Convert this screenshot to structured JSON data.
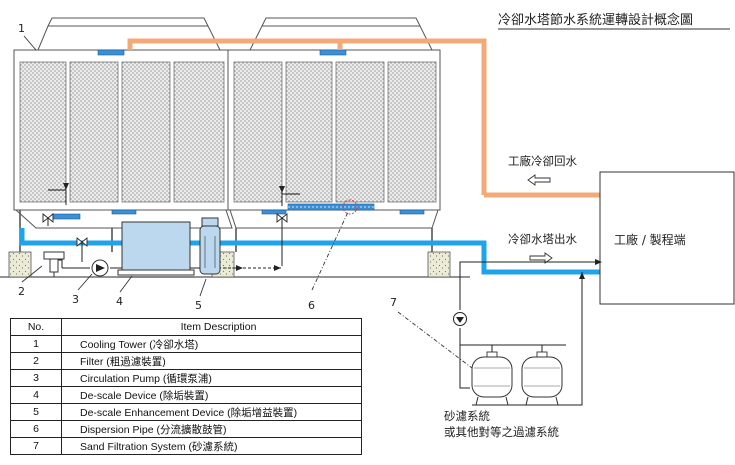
{
  "title": "冷卻水塔節水系統運轉設計概念圖",
  "labels": {
    "plant_return": "工廠冷卻回水",
    "tower_outlet": "冷卻水塔出水",
    "plant_box": "工廠 / 製程端",
    "sand_line1": "砂濾系統",
    "sand_line2": "或其他對等之過濾系統"
  },
  "callouts": [
    "1",
    "2",
    "3",
    "4",
    "5",
    "6",
    "7"
  ],
  "legend": {
    "header_no": "No.",
    "header_desc": "Item Description",
    "rows": [
      {
        "no": "1",
        "desc": "Cooling Tower (冷卻水塔)"
      },
      {
        "no": "2",
        "desc": "Filter (粗過濾裝置)"
      },
      {
        "no": "3",
        "desc": "Circulation Pump (循環泵浦)"
      },
      {
        "no": "4",
        "desc": "De-scale Device (除垢裝置)"
      },
      {
        "no": "5",
        "desc": "De-scale Enhancement Device (除垢增益裝置)"
      },
      {
        "no": "6",
        "desc": "Dispersion Pipe (分流擴散鼓管)"
      },
      {
        "no": "7",
        "desc": "Sand Filtration System (砂濾系統)"
      }
    ]
  },
  "colors": {
    "return_pipe": "#f2aa78",
    "outlet_pipe": "#1fa3ea",
    "device_fill": "#bcd8ee",
    "fill_panel": "#ebebeb",
    "ground_fill": "#ecebd6"
  }
}
